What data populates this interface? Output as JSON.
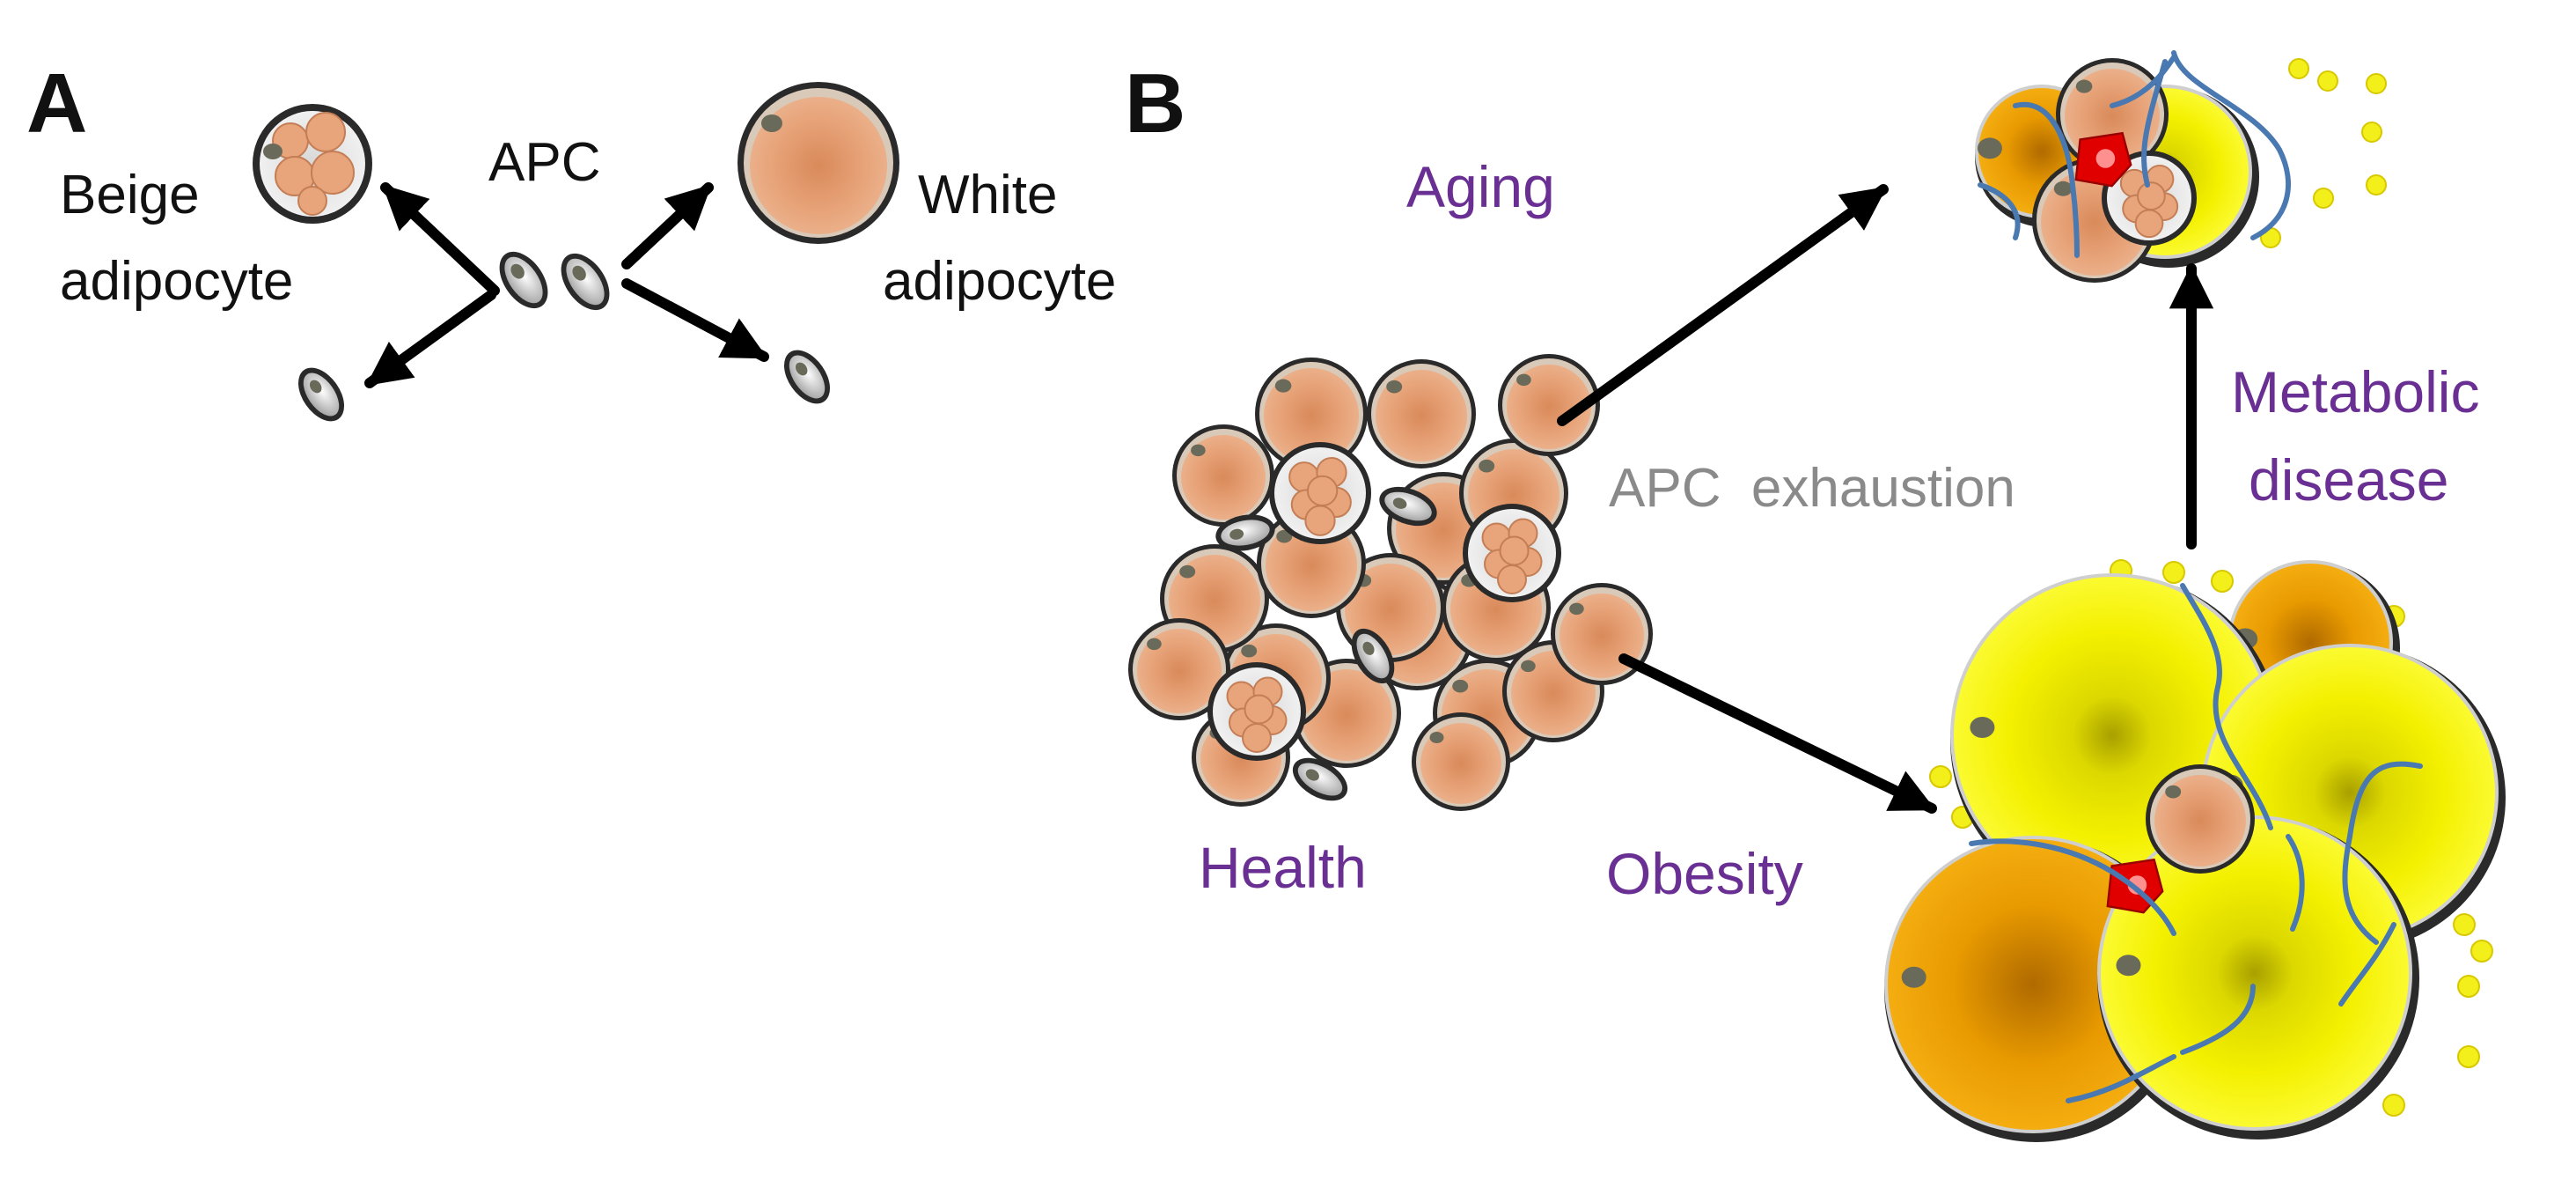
{
  "panels": {
    "a": "A",
    "b": "B"
  },
  "panel_a": {
    "apc_label": "APC",
    "beige_line1": "Beige",
    "beige_line2": "adipocyte",
    "white_line1": "White",
    "white_line2": "adipocyte"
  },
  "panel_b": {
    "health": "Health",
    "aging": "Aging",
    "obesity": "Obesity",
    "apc_exhaustion": "APC  exhaustion",
    "metabolic_line1": "Metabolic",
    "metabolic_line2": "disease"
  },
  "colors": {
    "text_purple": "#6a2f93",
    "text_grey": "#8a8a8a",
    "cell_peach": "#e8a47a",
    "cell_yellow": "#f4f000",
    "cell_orange": "#e89a00",
    "cell_dark_rim": "#2a2a2a",
    "vessel_blue": "#4a78b0",
    "macrophage_red": "#e00000",
    "lipid_droplet": "#f3ef1a"
  }
}
